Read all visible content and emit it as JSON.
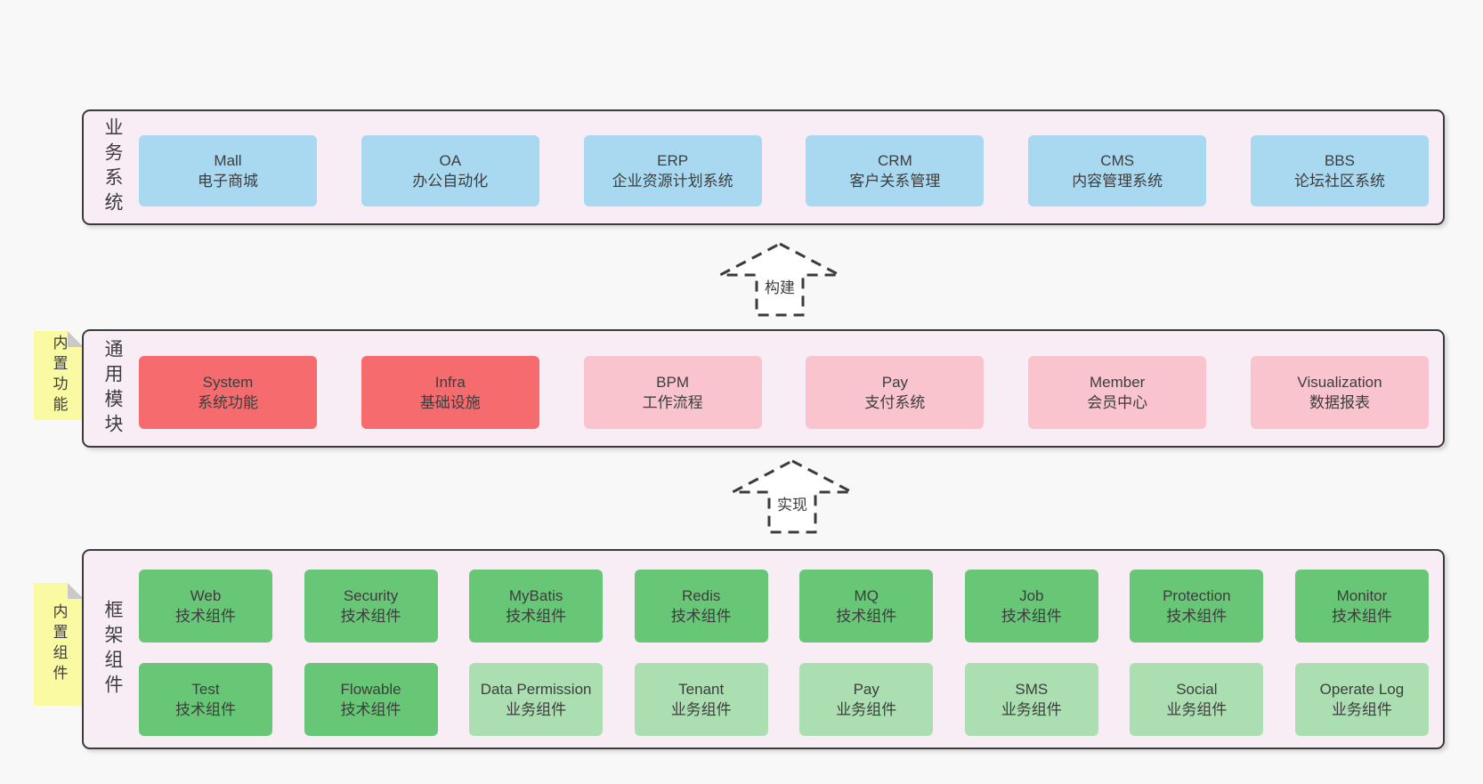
{
  "palette": {
    "page": "#f8f8f8",
    "panel": "#f9edf5",
    "line": "#3b3b3b",
    "text": "#3d3d3d",
    "blue": "#a9d9f1",
    "red": "#f56b6e",
    "pink": "#f9c4ce",
    "green": "#68c776",
    "green_light": "#abdfb2",
    "sticky": "#fafaa3",
    "fold": "#c9c9c9",
    "arrow_fill": "#ffffff"
  },
  "business": {
    "side_label": "业务系统",
    "boxes": [
      {
        "name": "Mall",
        "desc": "电子商城"
      },
      {
        "name": "OA",
        "desc": "办公自动化"
      },
      {
        "name": "ERP",
        "desc": "企业资源计划系统"
      },
      {
        "name": "CRM",
        "desc": "客户关系管理"
      },
      {
        "name": "CMS",
        "desc": "内容管理系统"
      },
      {
        "name": "BBS",
        "desc": "论坛社区系统"
      }
    ]
  },
  "arrows": {
    "build": "构建",
    "implement": "实现"
  },
  "modules": {
    "side_label": "通用模块",
    "sticky": "内置功能",
    "boxes": [
      {
        "name": "System",
        "desc": "系统功能"
      },
      {
        "name": "Infra",
        "desc": "基础设施"
      },
      {
        "name": "BPM",
        "desc": "工作流程"
      },
      {
        "name": "Pay",
        "desc": "支付系统"
      },
      {
        "name": "Member",
        "desc": "会员中心"
      },
      {
        "name": "Visualization",
        "desc": "数据报表"
      }
    ]
  },
  "components": {
    "side_label": "框架组件",
    "sticky": "内置组件",
    "row1": [
      {
        "name": "Web",
        "desc": "技术组件"
      },
      {
        "name": "Security",
        "desc": "技术组件"
      },
      {
        "name": "MyBatis",
        "desc": "技术组件"
      },
      {
        "name": "Redis",
        "desc": "技术组件"
      },
      {
        "name": "MQ",
        "desc": "技术组件"
      },
      {
        "name": "Job",
        "desc": "技术组件"
      },
      {
        "name": "Protection",
        "desc": "技术组件"
      },
      {
        "name": "Monitor",
        "desc": "技术组件"
      }
    ],
    "row2": [
      {
        "name": "Test",
        "desc": "技术组件"
      },
      {
        "name": "Flowable",
        "desc": "技术组件"
      },
      {
        "name": "Data Permission",
        "desc": "业务组件"
      },
      {
        "name": "Tenant",
        "desc": "业务组件"
      },
      {
        "name": "Pay",
        "desc": "业务组件"
      },
      {
        "name": "SMS",
        "desc": "业务组件"
      },
      {
        "name": "Social",
        "desc": "业务组件"
      },
      {
        "name": "Operate Log",
        "desc": "业务组件"
      }
    ]
  }
}
